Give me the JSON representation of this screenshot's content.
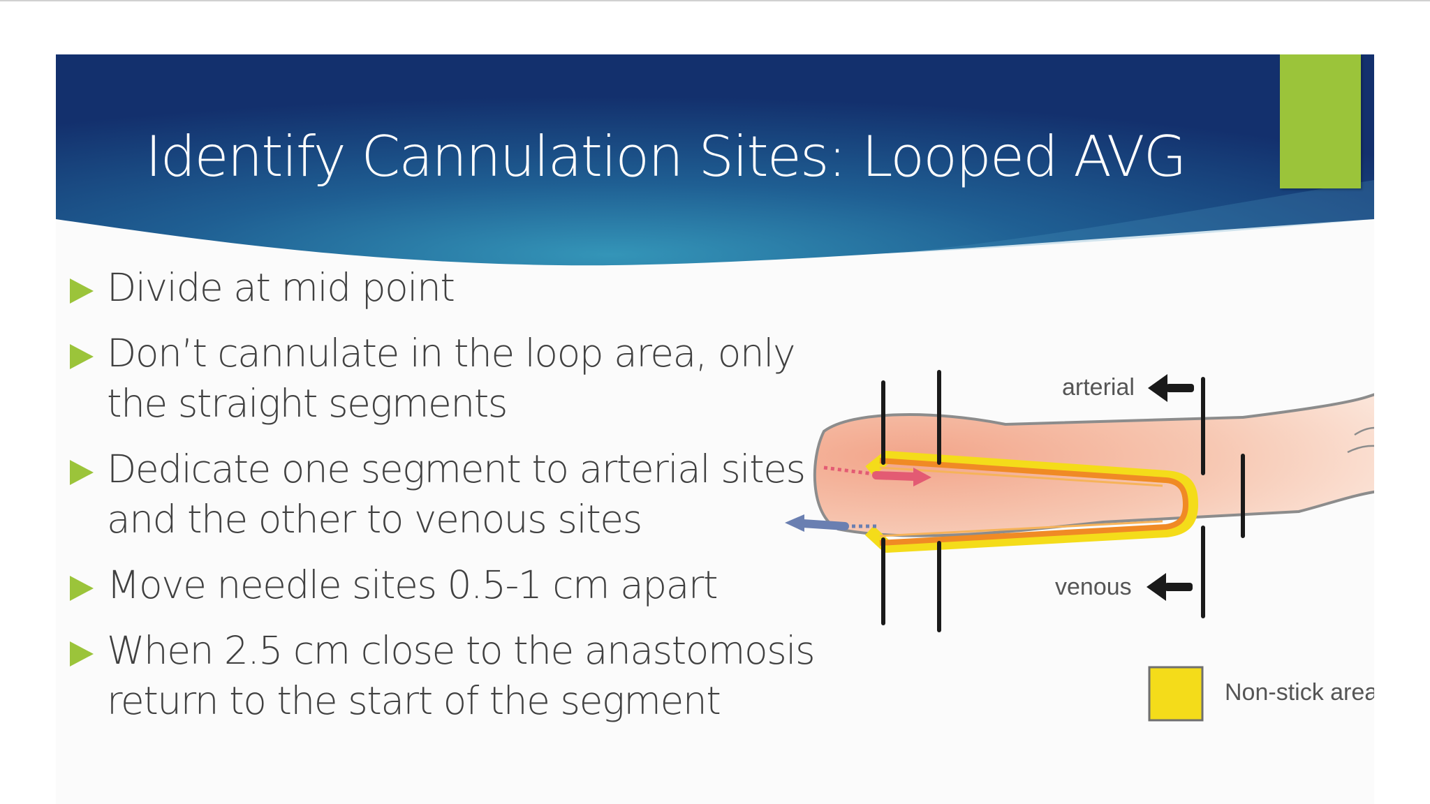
{
  "slide": {
    "title": "Identify Cannulation Sites: Looped AVG",
    "bullets": [
      "Divide at mid point",
      "Don’t cannulate in the loop area, only\nthe straight segments",
      "Dedicate one segment to arterial sites\nand the other to venous sites",
      "Move needle sites 0.5-1 cm apart",
      "When 2.5 cm close to the anastomosis\nreturn to the start of the segment"
    ]
  },
  "diagram": {
    "arterial_label": "arterial",
    "venous_label": "venous",
    "legend_label": "Non-stick area"
  },
  "colors": {
    "accent_green": "#9bc43a",
    "banner_dark": "#13306d",
    "banner_light": "#2f8cb0",
    "non_stick_yellow": "#f4dc1a"
  }
}
